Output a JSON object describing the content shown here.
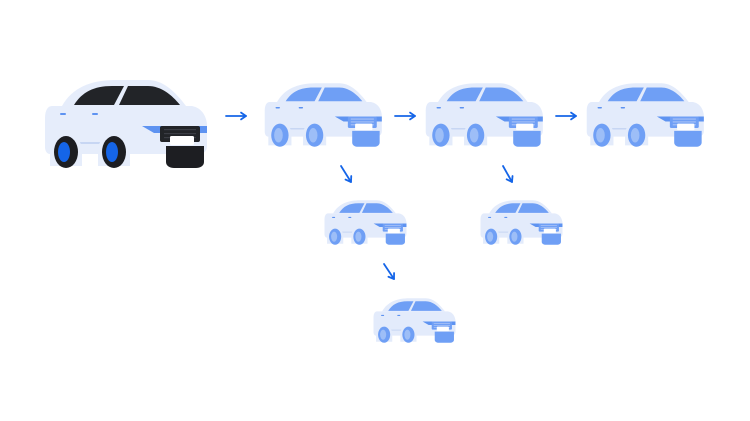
{
  "diagram": {
    "nodes": [
      {
        "id": "original",
        "style": "original"
      },
      {
        "id": "copy-1",
        "style": "copy"
      },
      {
        "id": "copy-2",
        "style": "copy"
      },
      {
        "id": "copy-3",
        "style": "copy"
      },
      {
        "id": "copy-1a",
        "style": "copy"
      },
      {
        "id": "copy-2a",
        "style": "copy"
      },
      {
        "id": "copy-1a-1",
        "style": "copy"
      }
    ],
    "edges": [
      {
        "from": "original",
        "to": "copy-1"
      },
      {
        "from": "copy-1",
        "to": "copy-2"
      },
      {
        "from": "copy-2",
        "to": "copy-3"
      },
      {
        "from": "copy-1",
        "to": "copy-1a"
      },
      {
        "from": "copy-2",
        "to": "copy-2a"
      },
      {
        "from": "copy-1a",
        "to": "copy-1a-1"
      }
    ]
  },
  "colors": {
    "arrow": "#1565e8",
    "original_body": "#e6edfb",
    "original_glass": "#222428",
    "original_wheel": "#1d1e22",
    "original_hub": "#1565e8",
    "copy_body": "#e3ebfb",
    "copy_glass": "#6f9ff5",
    "copy_wheel": "#6f9ff5",
    "copy_hub": "#9dbef7",
    "headlight": "#5e93f1",
    "detail": "#c7d6f3"
  }
}
